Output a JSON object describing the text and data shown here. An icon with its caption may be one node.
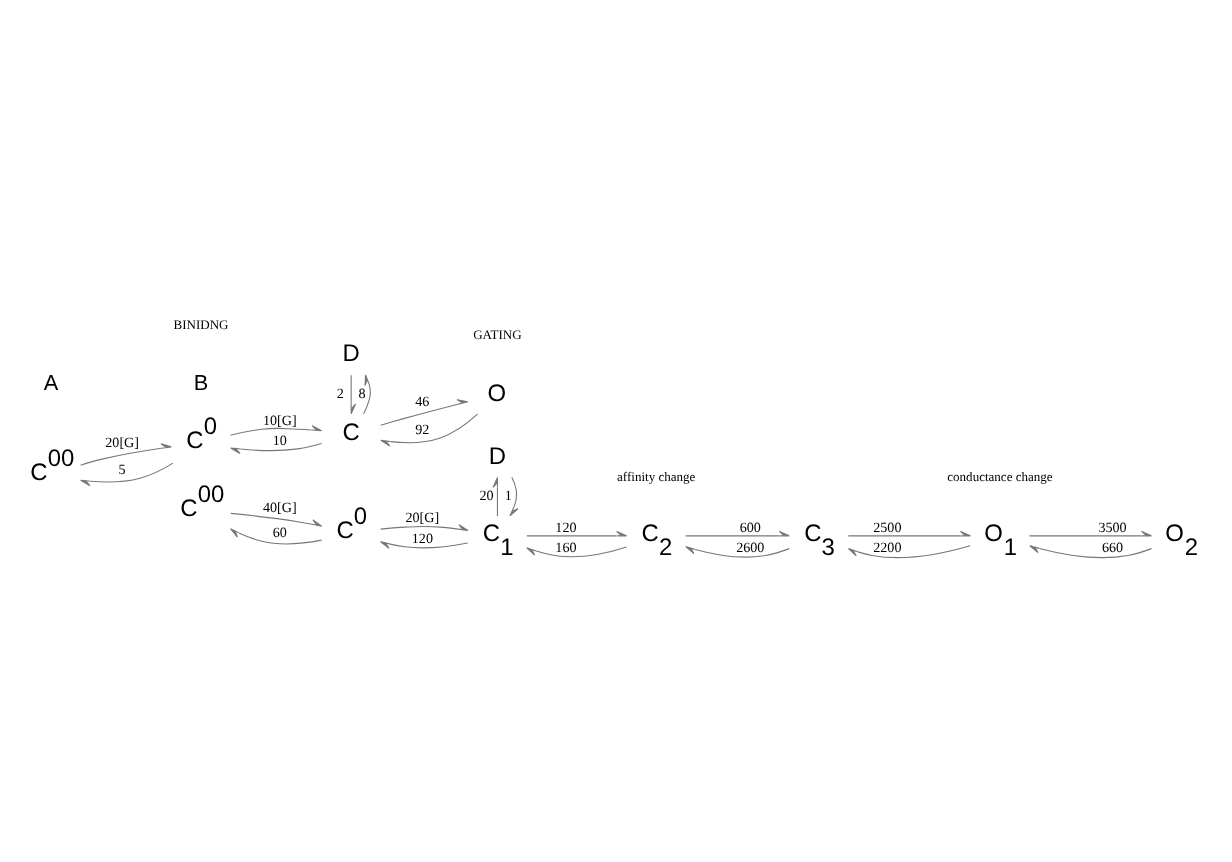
{
  "diagram": {
    "nodes": [
      {
        "text": [
          "C$^{00}$"
        ]
      },
      {
        "text": [
          "C$^{0}$"
        ]
      },
      {
        "text": [
          "C"
        ]
      },
      {
        "text": [
          "O"
        ]
      },
      {
        "text": [
          "D"
        ]
      },
      {
        "text": [
          "C$^{00}$"
        ]
      },
      {
        "text": [
          "C$^{0}$"
        ]
      },
      {
        "text": [
          "C$_{1}$"
        ]
      },
      {
        "text": [
          "C$_{2}$"
        ]
      },
      {
        "text": [
          "C$_{3}$"
        ]
      },
      {
        "text": [
          "O$_{1}$"
        ]
      },
      {
        "text": [
          "O$_{2}$"
        ]
      },
      {
        "text": [
          "D"
        ]
      }
    ],
    "edges": [
      {
        "from": 0,
        "to": 1,
        "arrow": "to",
        "label": "20[G]"
      },
      {
        "from": 1,
        "to": 0,
        "arrow": "to",
        "label": "5"
      },
      {
        "from": 1,
        "to": 2,
        "arrow": "to",
        "label": "10[G]"
      },
      {
        "from": 2,
        "to": 1,
        "arrow": "to",
        "label": "10"
      },
      {
        "from": 2,
        "to": 3,
        "arrow": "to",
        "label": "46"
      },
      {
        "from": 3,
        "to": 2,
        "arrow": "to",
        "label": "92"
      },
      {
        "from": 4,
        "to": 2,
        "arrow": "to",
        "label": "2"
      },
      {
        "from": 2,
        "to": 4,
        "arrow": "to",
        "label": "8"
      },
      {
        "from": 5,
        "to": 6,
        "arrow": "to",
        "label": "40[G]"
      },
      {
        "from": 6,
        "to": 5,
        "arrow": "to",
        "label": "60"
      },
      {
        "from": 6,
        "to": 7,
        "arrow": "to",
        "label": "20[G]"
      },
      {
        "from": 7,
        "to": 6,
        "arrow": "to",
        "label": "120"
      },
      {
        "from": 7,
        "to": 8,
        "arrow": "to",
        "label": "120"
      },
      {
        "from": 8,
        "to": 7,
        "arrow": "to",
        "label": "160"
      },
      {
        "from": 8,
        "to": 9,
        "arrow": "to",
        "label": "600"
      },
      {
        "from": 9,
        "to": 8,
        "arrow": "to",
        "label": "2600"
      },
      {
        "from": 9,
        "to": 10,
        "arrow": "to",
        "label": "2500"
      },
      {
        "from": 10,
        "to": 9,
        "arrow": "to",
        "label": "2200"
      },
      {
        "from": 10,
        "to": 11,
        "arrow": "to",
        "label": "3500"
      },
      {
        "from": 11,
        "to": 10,
        "arrow": "to",
        "label": "660"
      },
      {
        "from": 12,
        "to": 7,
        "arrow": "to",
        "label": "1"
      },
      {
        "from": 7,
        "to": 12,
        "arrow": "to",
        "label": "20"
      }
    ],
    "labels": [
      "A",
      "BINIDNG",
      "GATING",
      "B",
      "affinity change",
      "conductance change"
    ]
  }
}
